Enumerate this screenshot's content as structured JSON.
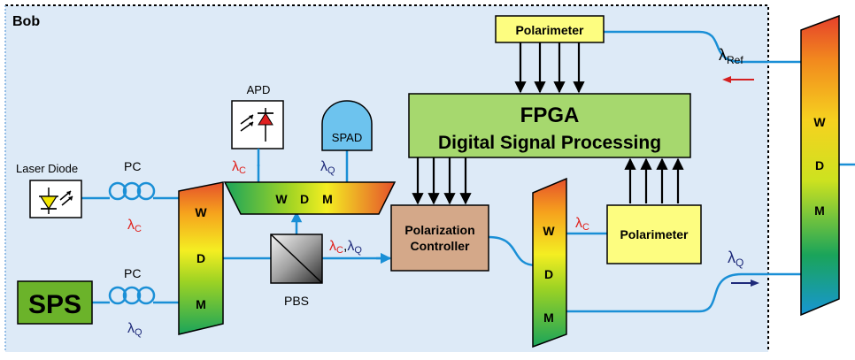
{
  "region_label": "Bob",
  "top_polarimeter": "Polarimeter",
  "right_polarimeter": "Polarimeter",
  "fpga": {
    "line1": "FPGA",
    "line2": "Digital Signal Processing"
  },
  "apd_label": "APD",
  "spad_label": "SPAD",
  "laser_label": "Laser Diode",
  "pc_top": "PC",
  "pc_bottom": "PC",
  "sps_label": "SPS",
  "pbs_label": "PBS",
  "pol_controller": {
    "line1": "Polarization",
    "line2": "Controller"
  },
  "wdm_letters": {
    "w": "W",
    "d": "D",
    "m": "M"
  },
  "wavelengths": {
    "lambda": "λ",
    "c": "C",
    "q": "Q",
    "ref": "Ref",
    "separator": ","
  },
  "colors": {
    "background": "#ddeaf7",
    "fiber": "#1a8fd6",
    "fpga_fill": "#a6d86e",
    "polarimeter_fill": "#fdfd80",
    "controller_fill": "#d4a889",
    "sps_fill": "#6bb32a",
    "spad_fill": "#6dc3ee",
    "lambda_c": "#e0201b",
    "lambda_q": "#1e2a7a",
    "arrow_red": "#d42020",
    "arrow_blue": "#1e2a7a"
  },
  "icons": [
    "laser-diode-icon",
    "apd-icon",
    "spad-detector-icon",
    "pbs-cube-icon",
    "fiber-coil-icon"
  ]
}
